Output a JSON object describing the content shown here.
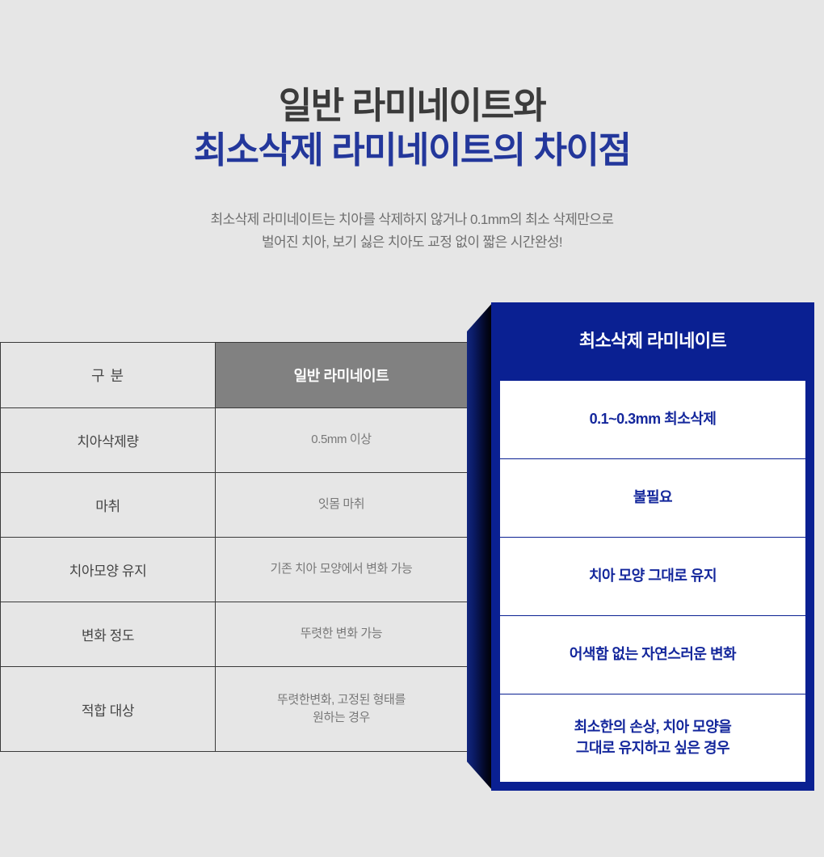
{
  "heading": {
    "line1": "일반 라미네이트와",
    "line2": "최소삭제 라미네이트의 차이점",
    "line1_color": "#3b3b3b",
    "line2_color": "#23379b"
  },
  "subheading": {
    "line1": "최소삭제 라미네이트는 치아를 삭제하지 않거나 0.1mm의 최소 삭제만으로",
    "line2": "벌어진 치아, 보기 싫은 치아도 교정 없이 짧은 시간완성!"
  },
  "comparison_table": {
    "headers": {
      "category": "구 분",
      "general": "일반 라미네이트"
    },
    "rows": [
      {
        "label": "치아삭제량",
        "value_line1": "0.5mm 이상",
        "value_line2": ""
      },
      {
        "label": "마취",
        "value_line1": "잇몸 마취",
        "value_line2": ""
      },
      {
        "label": "치아모양 유지",
        "value_line1": "기존 치아 모양에서 변화 가능",
        "value_line2": ""
      },
      {
        "label": "변화 정도",
        "value_line1": "뚜렷한 변화 가능",
        "value_line2": ""
      },
      {
        "label": "적합 대상",
        "value_line1": "뚜렷한변화, 고정된 형태를",
        "value_line2": "원하는 경우"
      }
    ]
  },
  "highlight_panel": {
    "title": "최소삭제 라미네이트",
    "accent_color": "#0a2092",
    "text_color": "#14279c",
    "cells": [
      {
        "line1": "0.1~0.3mm 최소삭제",
        "line2": ""
      },
      {
        "line1": "불필요",
        "line2": ""
      },
      {
        "line1": "치아 모양 그대로 유지",
        "line2": ""
      },
      {
        "line1": "어색함 없는 자연스러운 변화",
        "line2": ""
      },
      {
        "line1": "최소한의 손상, 치아 모양을",
        "line2": "그대로 유지하고 싶은 경우"
      }
    ]
  }
}
